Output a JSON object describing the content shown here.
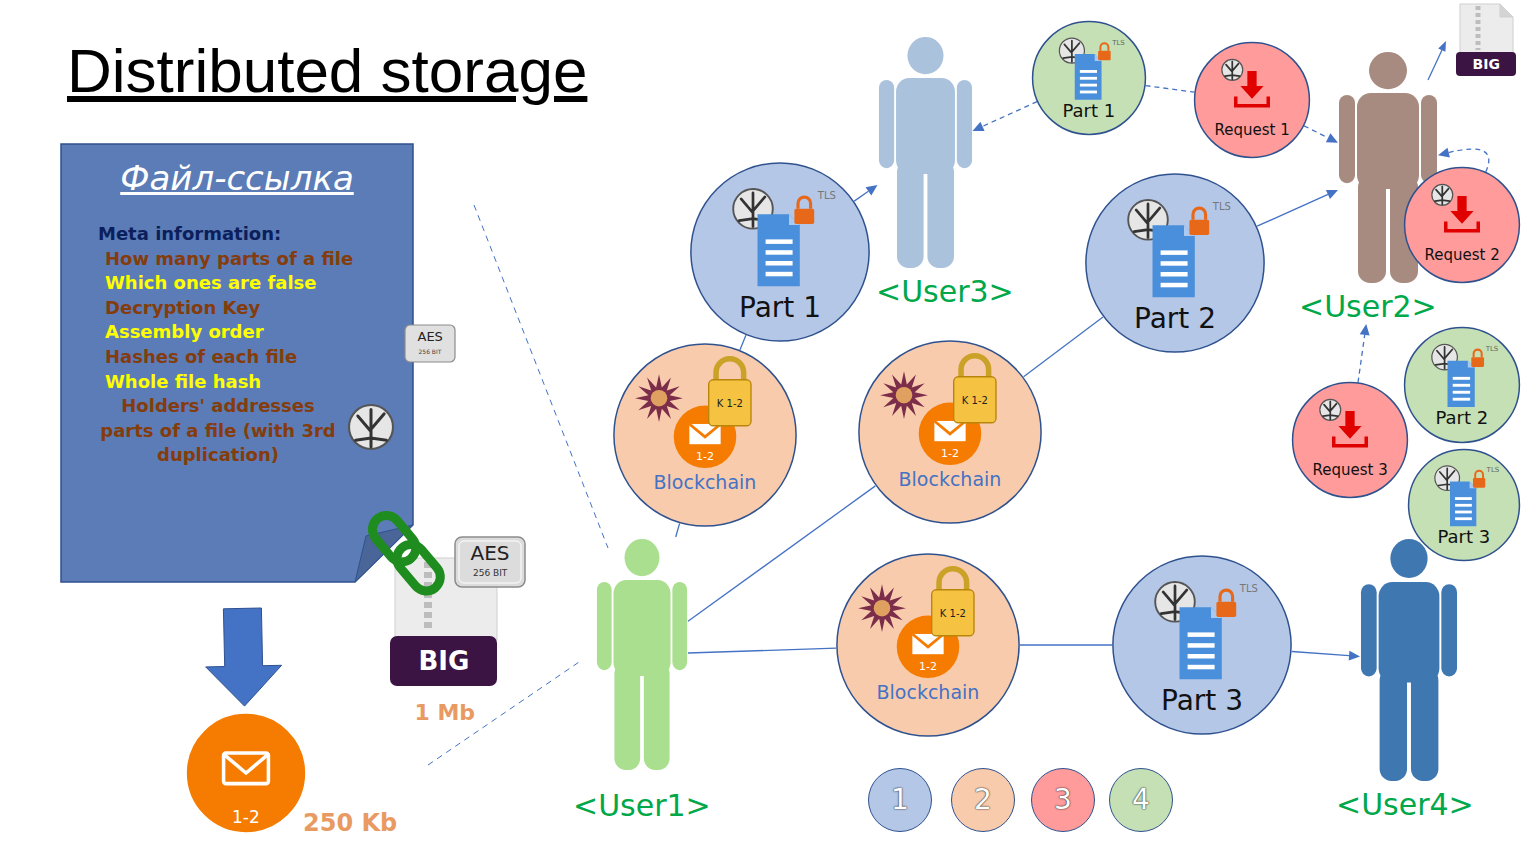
{
  "diagram": {
    "title": "Distributed storage",
    "nodes": [
      {
        "text": [
          "Файл-ссылка",
          "Meta information:",
          "How many parts of a file",
          "Which ones are false",
          "Decryption Key",
          "Assembly order",
          "Hashes of each file",
          "Whole file hash",
          "Holders' addresses parts of a file (with 3rd duplication)"
        ]
      },
      {
        "text": [
          "1-2"
        ]
      },
      {
        "text": [
          "<User3>"
        ]
      },
      {
        "text": [
          "TLS",
          "Part 1"
        ]
      },
      {
        "text": [
          "Request 1"
        ]
      },
      {
        "text": [
          "<User2>"
        ]
      },
      {
        "text": [
          "TLS",
          "Part 1"
        ]
      },
      {
        "text": [
          "TLS",
          "Part 2"
        ]
      },
      {
        "text": [
          "Request 2"
        ]
      },
      {
        "text": [
          "TLS",
          "Part 2"
        ]
      },
      {
        "text": [
          "K 1-2",
          "1-2",
          "Blockchain"
        ]
      },
      {
        "text": [
          "K 1-2",
          "1-2",
          "Blockchain"
        ]
      },
      {
        "text": [
          "Request 3"
        ]
      },
      {
        "text": [
          "TLS",
          "Part 3"
        ]
      },
      {
        "text": [
          "<User1>"
        ]
      },
      {
        "text": [
          "K 1-2",
          "1-2",
          "Blockchain"
        ]
      },
      {
        "text": [
          "TLS",
          "Part 3"
        ]
      },
      {
        "text": [
          "<User4>"
        ]
      }
    ],
    "edges": [
      {
        "from": 0,
        "to": 1,
        "arrow": "to"
      },
      {
        "from": 14,
        "to": 10,
        "arrow": "none"
      },
      {
        "from": 10,
        "to": 6,
        "arrow": "none"
      },
      {
        "from": 6,
        "to": 2,
        "arrow": "to"
      },
      {
        "from": 14,
        "to": 11,
        "arrow": "none"
      },
      {
        "from": 11,
        "to": 7,
        "arrow": "none"
      },
      {
        "from": 7,
        "to": 5,
        "arrow": "to"
      },
      {
        "from": 14,
        "to": 15,
        "arrow": "none"
      },
      {
        "from": 15,
        "to": 16,
        "arrow": "none"
      },
      {
        "from": 16,
        "to": 17,
        "arrow": "to"
      },
      {
        "from": 3,
        "to": 2,
        "arrow": "to"
      },
      {
        "from": 3,
        "to": 4,
        "arrow": "none"
      },
      {
        "from": 4,
        "to": 5,
        "arrow": "to"
      },
      {
        "from": 8,
        "to": 5,
        "arrow": "to"
      },
      {
        "from": 12,
        "to": 5,
        "arrow": "to"
      }
    ],
    "labels": [
      "AES",
      "256 BIT",
      "AES",
      "256 BIT",
      "BIG",
      "1 Mb",
      "250 Kb",
      "BIG"
    ],
    "legend": [
      {
        "text": "1",
        "color": "#b4c7e7"
      },
      {
        "text": "2",
        "color": "#f8cbad"
      },
      {
        "text": "3",
        "color": "#ff9b9b"
      },
      {
        "text": "4",
        "color": "#c5e0b4"
      }
    ]
  }
}
